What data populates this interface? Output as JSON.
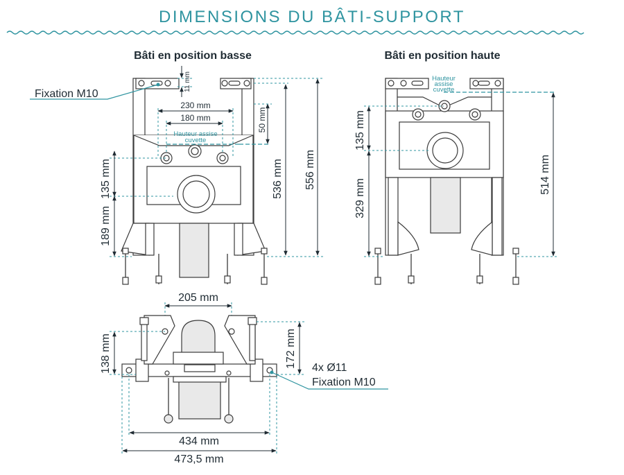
{
  "title": "DIMENSIONS DU BÂTI-SUPPORT",
  "view_low": {
    "heading": "Bâti en position basse",
    "fixation_label": "Fixation M10",
    "dim_11": "11 mm",
    "dim_230": "230 mm",
    "dim_180": "180 mm",
    "dim_50": "50 mm",
    "hauteur_line1": "Hauteur assise",
    "hauteur_line2": "cuvette",
    "dim_135": "135 mm",
    "dim_189": "189 mm",
    "dim_536": "536 mm",
    "dim_556": "556 mm"
  },
  "view_high": {
    "heading": "Bâti en position haute",
    "hauteur_line1": "Hauteur",
    "hauteur_line2": "assise",
    "hauteur_line3": "cuvette",
    "dim_135": "135 mm",
    "dim_329": "329 mm",
    "dim_514": "514 mm"
  },
  "view_top": {
    "dim_205": "205 mm",
    "dim_138": "138 mm",
    "dim_172": "172 mm",
    "holes_label": "4x Ø11",
    "fixation_label": "Fixation M10",
    "dim_434": "434 mm",
    "dim_4735": "473,5 mm"
  }
}
